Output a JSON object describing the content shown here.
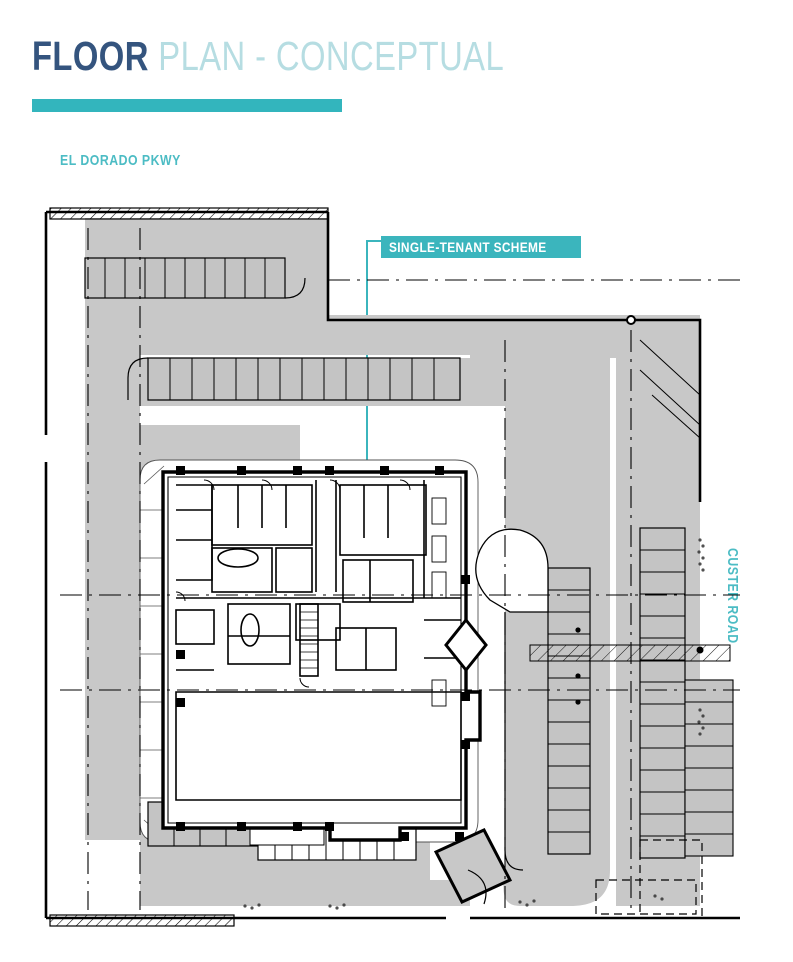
{
  "document": {
    "title_strong": "FLOOR",
    "title_rest": " PLAN - CONCEPTUAL",
    "accent_color": "#33b5bd",
    "title_color": "#34547e",
    "title_secondary_color": "#b6dde2"
  },
  "callout": {
    "label": "SINGLE-TENANT SCHEME",
    "background": "#3bb5bd",
    "text_color": "#ffffff"
  },
  "streets": {
    "top": "EL DORADO PKWY",
    "right": "CUSTER ROAD",
    "color": "#4cbcc4"
  },
  "site_plan": {
    "type": "architectural-site-plan",
    "pavement_color": "#c8c8c8",
    "stall_color": "#c4c4c4",
    "line_color": "#000000",
    "building_fill": "#ffffff",
    "elements": [
      {
        "name": "north-parking-row",
        "stalls": 10,
        "orientation": "horizontal"
      },
      {
        "name": "north-drive-aisle",
        "orientation": "horizontal"
      },
      {
        "name": "second-parking-row",
        "stalls": 14,
        "orientation": "horizontal"
      },
      {
        "name": "building-footprint",
        "note": "single-tenant office building"
      },
      {
        "name": "east-parking-row-inner",
        "stalls": 13,
        "orientation": "vertical"
      },
      {
        "name": "east-parking-row-outer",
        "stalls": 16,
        "orientation": "vertical"
      },
      {
        "name": "east-drive-aisle",
        "orientation": "vertical"
      },
      {
        "name": "southwest-parking-row",
        "stalls": 5,
        "orientation": "horizontal"
      },
      {
        "name": "south-parking-row",
        "stalls": 9,
        "orientation": "horizontal"
      },
      {
        "name": "sidewalk-hatch-north",
        "style": "hatched"
      },
      {
        "name": "sidewalk-hatch-south",
        "style": "hatched"
      },
      {
        "name": "property-line",
        "style": "dash-dot"
      },
      {
        "name": "main-entry-plaza",
        "shape": "angled-diamond"
      },
      {
        "name": "east-entry-vestibule",
        "shape": "diamond"
      }
    ]
  }
}
